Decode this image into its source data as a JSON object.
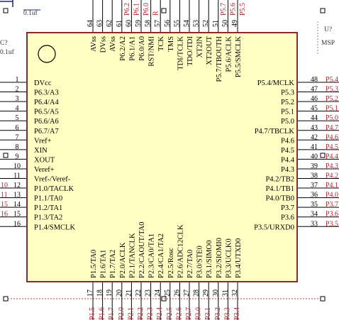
{
  "schematic": {
    "left_cap_ref": "C?",
    "left_cap_value": "0.1uf",
    "top_cap_value": "0.1uf",
    "right_ref": "U?",
    "right_value_partial": "MSP",
    "pin_one_dot": "pin-1-marker"
  },
  "left_pins": [
    {
      "num": "1",
      "name": "DVcc",
      "net": ""
    },
    {
      "num": "2",
      "name": "P6.3/A3",
      "net": ""
    },
    {
      "num": "3",
      "name": "P6.4/A4",
      "net": ""
    },
    {
      "num": "4",
      "name": "P6.5/A5",
      "net": ""
    },
    {
      "num": "5",
      "name": "P6.6/A6",
      "net": ""
    },
    {
      "num": "6",
      "name": "P6.7/A7",
      "net": ""
    },
    {
      "num": "7",
      "name": "Vref+",
      "net": ""
    },
    {
      "num": "8",
      "name": "XIN",
      "net": ""
    },
    {
      "num": "9",
      "name": "XOUT",
      "net": ""
    },
    {
      "num": "10",
      "name": "Veref+",
      "net": ""
    },
    {
      "num": "11",
      "name": "Vref-/Veref-",
      "net": ""
    },
    {
      "num": "12",
      "name": "P1.0/TACLK",
      "net": "10"
    },
    {
      "num": "13",
      "name": "P1.1/TA0",
      "net": "11"
    },
    {
      "num": "14",
      "name": "P1.2/TA1",
      "net": "15"
    },
    {
      "num": "15",
      "name": "P1.3/TA2",
      "net": "16"
    },
    {
      "num": "16",
      "name": "P1.4/SMCLK",
      "net": ""
    }
  ],
  "right_pins": [
    {
      "num": "48",
      "name": "P5.4/MCLK",
      "net": "P5.4"
    },
    {
      "num": "47",
      "name": "P5.3",
      "net": "P5.3"
    },
    {
      "num": "46",
      "name": "P5.2",
      "net": "P5.2"
    },
    {
      "num": "45",
      "name": "P5.1",
      "net": "P5.1"
    },
    {
      "num": "44",
      "name": "P5.0",
      "net": "P5.0"
    },
    {
      "num": "43",
      "name": "P4.7/TBCLK",
      "net": "P4.7"
    },
    {
      "num": "42",
      "name": "P4.6",
      "net": "P4.6"
    },
    {
      "num": "41",
      "name": "P4.5",
      "net": "P4.5"
    },
    {
      "num": "40",
      "name": "P4.4",
      "net": "P4.4"
    },
    {
      "num": "39",
      "name": "P4.3",
      "net": "P4.3"
    },
    {
      "num": "38",
      "name": "P4.2/TB2",
      "net": "P4.2"
    },
    {
      "num": "37",
      "name": "P4.1/TB1",
      "net": "P4.1"
    },
    {
      "num": "36",
      "name": "P4.0/TB0",
      "net": "P4.0"
    },
    {
      "num": "35",
      "name": "P3.7",
      "net": "P3.7"
    },
    {
      "num": "34",
      "name": "P3.6",
      "net": "P3.6"
    },
    {
      "num": "33",
      "name": "P3.5/URXD0",
      "net": "P3.5"
    }
  ],
  "top_pins": [
    {
      "num": "64",
      "name": "AVss",
      "net": ""
    },
    {
      "num": "63",
      "name": "DVss",
      "net": ""
    },
    {
      "num": "62",
      "name": "AVss",
      "net": ""
    },
    {
      "num": "61",
      "name": "P6.2/A2",
      "net": "P6.2"
    },
    {
      "num": "60",
      "name": "P6.1/A1",
      "net": "P6.1"
    },
    {
      "num": "59",
      "name": "P6.0/A0",
      "net": "P6.0"
    },
    {
      "num": "58",
      "name": "RST/NMI",
      "net": "R"
    },
    {
      "num": "57",
      "name": "TCK",
      "net": ""
    },
    {
      "num": "56",
      "name": "TMS",
      "net": ""
    },
    {
      "num": "55",
      "name": "TDI/TCLK",
      "net": ""
    },
    {
      "num": "54",
      "name": "TDO/TDI",
      "net": ""
    },
    {
      "num": "53",
      "name": "XT2IN",
      "net": ""
    },
    {
      "num": "52",
      "name": "XT2OUT",
      "net": ""
    },
    {
      "num": "51",
      "name": "P5.7/TBOUTH",
      "net": "P5.7"
    },
    {
      "num": "50",
      "name": "P5.6/ACLK",
      "net": "P5.6"
    },
    {
      "num": "49",
      "name": "P5.5/SMCLK",
      "net": "P5.5"
    }
  ],
  "bottom_pins": [
    {
      "num": "17",
      "name": "P1.5/TA0",
      "net": "P1.5"
    },
    {
      "num": "18",
      "name": "P1.6/TA1",
      "net": "P1.6"
    },
    {
      "num": "19",
      "name": "P1.7/TA2",
      "net": "P1.7"
    },
    {
      "num": "20",
      "name": "P2.0/ACLK",
      "net": "P2.0"
    },
    {
      "num": "21",
      "name": "P2.1/TANCLK",
      "net": "P2.1"
    },
    {
      "num": "22",
      "name": "P2.2/CAOUT/TA0",
      "net": "P2.2"
    },
    {
      "num": "23",
      "name": "P2.3/CA0/TA1",
      "net": "P2.3"
    },
    {
      "num": "24",
      "name": "P2.4/CA1/TA2",
      "net": "P2.4"
    },
    {
      "num": "25",
      "name": "P2.5/Rosc",
      "net": "P2.5"
    },
    {
      "num": "26",
      "name": "P2.6/ADC12CLK",
      "net": "P2.6"
    },
    {
      "num": "27",
      "name": "P2.7/TA0",
      "net": "P2.7"
    },
    {
      "num": "28",
      "name": "P3.0/STE0",
      "net": "P3.0"
    },
    {
      "num": "29",
      "name": "P3.1/SIMO0",
      "net": "P3.1"
    },
    {
      "num": "30",
      "name": "P3.2/SIOMI0",
      "net": "P3.2"
    },
    {
      "num": "31",
      "name": "P3.3/UCLK0",
      "net": "P3.3"
    },
    {
      "num": "32",
      "name": "P3.4/UTXD0",
      "net": "P3.4"
    }
  ]
}
